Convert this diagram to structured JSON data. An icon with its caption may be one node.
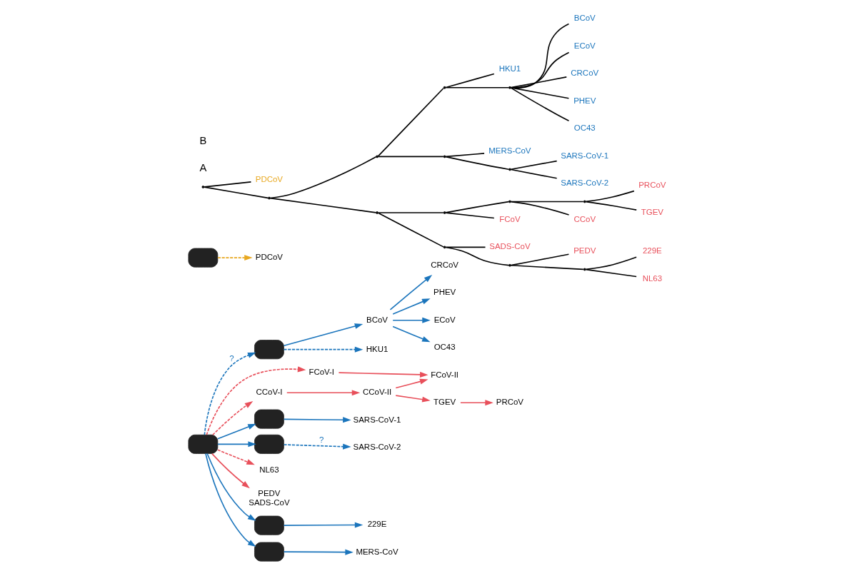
{
  "diagram": {
    "nodes": [
      {
        "text": [
          "PRCoV"
        ]
      },
      {
        "text": [
          "TGEV"
        ]
      },
      {
        "text": [
          "FCoV-II"
        ]
      },
      {
        "text": [
          "OC43"
        ]
      },
      {
        "text": [
          "BCoV"
        ]
      },
      {
        "text": [
          "CRCoV"
        ]
      },
      {
        "text": [
          "PHEV"
        ]
      },
      {
        "text": [
          "ECoV"
        ]
      },
      {
        "text": [
          "CCoV-II"
        ]
      },
      {
        "text": [
          "FCoV-I"
        ]
      },
      {
        "text": [],
        "shape": "box"
      },
      {
        "text": [
          "HKU1"
        ]
      },
      {
        "text": [
          "CCoV-I"
        ]
      },
      {
        "text": [],
        "shape": "box"
      },
      {
        "text": [],
        "shape": "box"
      },
      {
        "text": [
          "SARS-CoV-1"
        ]
      },
      {
        "text": [],
        "shape": "box"
      },
      {
        "text": [
          "SARS-CoV-2"
        ]
      },
      {
        "text": [],
        "shape": "box"
      },
      {
        "text": [
          "NL63"
        ]
      },
      {
        "text": [
          "PEDV",
          "SADS-CoV"
        ]
      },
      {
        "text": [],
        "shape": "box"
      },
      {
        "text": [],
        "shape": "box"
      },
      {
        "text": [
          "MERS-CoV"
        ]
      },
      {
        "text": [
          "229E"
        ]
      },
      {
        "text": [
          "PDCoV"
        ]
      },
      {
        "text": [],
        "shape": "point"
      },
      {
        "text": [
          "PDCoV"
        ]
      },
      {
        "text": [],
        "shape": "point"
      },
      {
        "text": [],
        "shape": "point"
      },
      {
        "text": [],
        "shape": "point"
      },
      {
        "text": [
          "HKU1"
        ]
      },
      {
        "text": [],
        "shape": "point"
      },
      {
        "text": [
          "BCoV"
        ]
      },
      {
        "text": [
          "ECoV"
        ]
      },
      {
        "text": [
          "CRCoV"
        ]
      },
      {
        "text": [
          "PHEV"
        ]
      },
      {
        "text": [
          "OC43"
        ]
      },
      {
        "text": [],
        "shape": "point"
      },
      {
        "text": [
          "MERS-CoV"
        ]
      },
      {
        "text": [],
        "shape": "point"
      },
      {
        "text": [
          "SARS-CoV-1"
        ]
      },
      {
        "text": [
          "SARS-CoV-2"
        ]
      },
      {
        "text": [],
        "shape": "point"
      },
      {
        "text": [],
        "shape": "point"
      },
      {
        "text": [],
        "shape": "point"
      },
      {
        "text": [],
        "shape": "point"
      },
      {
        "text": [
          "PRCoV"
        ]
      },
      {
        "text": [
          "TGEV"
        ]
      },
      {
        "text": [
          "CCoV"
        ]
      },
      {
        "text": [
          "FCoV"
        ]
      },
      {
        "text": [],
        "shape": "point"
      },
      {
        "text": [
          "SADS-CoV"
        ]
      },
      {
        "text": [],
        "shape": "point"
      },
      {
        "text": [
          "PEDV"
        ]
      },
      {
        "text": [],
        "shape": "point"
      },
      {
        "text": [
          "229E"
        ]
      },
      {
        "text": [
          "NL63"
        ]
      }
    ],
    "edges": [
      {
        "from": 1,
        "to": 0,
        "arrow": "to",
        "color": "#e8505b"
      },
      {
        "from": 8,
        "to": 1,
        "arrow": "to",
        "color": "#e8505b"
      },
      {
        "from": 8,
        "to": 2,
        "arrow": "to",
        "color": "#e8505b"
      },
      {
        "from": 9,
        "to": 2,
        "arrow": "to",
        "color": "#e8505b"
      },
      {
        "from": 12,
        "to": 8,
        "arrow": "to",
        "color": "#e8505b"
      },
      {
        "from": 13,
        "to": 12,
        "arrow": "to",
        "style": "dashed",
        "color": "#e8505b"
      },
      {
        "from": 13,
        "to": 9,
        "arrow": "to",
        "style": "dashed",
        "color": "#e8505b"
      },
      {
        "from": 13,
        "to": 10,
        "arrow": "to",
        "style": "dashed",
        "label": "?",
        "color": "#1b75bc"
      },
      {
        "from": 10,
        "to": 4,
        "arrow": "to",
        "color": "#1b75bc"
      },
      {
        "from": 10,
        "to": 11,
        "arrow": "to",
        "style": "dashed",
        "color": "#1b75bc"
      },
      {
        "from": 4,
        "to": 3,
        "arrow": "to",
        "color": "#1b75bc"
      },
      {
        "from": 4,
        "to": 5,
        "arrow": "to",
        "color": "#1b75bc"
      },
      {
        "from": 4,
        "to": 6,
        "arrow": "to",
        "color": "#1b75bc"
      },
      {
        "from": 4,
        "to": 7,
        "arrow": "to",
        "color": "#1b75bc"
      },
      {
        "from": 13,
        "to": 14,
        "arrow": "to",
        "color": "#1b75bc"
      },
      {
        "from": 14,
        "to": 15,
        "arrow": "to",
        "color": "#1b75bc"
      },
      {
        "from": 13,
        "to": 16,
        "arrow": "to",
        "color": "#1b75bc"
      },
      {
        "from": 16,
        "to": 17,
        "arrow": "to",
        "style": "dashed",
        "label": "?",
        "color": "#1b75bc"
      },
      {
        "from": 13,
        "to": 22,
        "arrow": "to",
        "color": "#1b75bc"
      },
      {
        "from": 22,
        "to": 23,
        "arrow": "to",
        "color": "#1b75bc"
      },
      {
        "from": 13,
        "to": 21,
        "arrow": "to",
        "color": "#1b75bc"
      },
      {
        "from": 21,
        "to": 24,
        "arrow": "to",
        "color": "#1b75bc"
      },
      {
        "from": 13,
        "to": 19,
        "arrow": "to",
        "style": "dashed",
        "color": "#e8505b"
      },
      {
        "from": 13,
        "to": 20,
        "arrow": "to",
        "color": "#e8505b"
      },
      {
        "from": 18,
        "to": 25,
        "arrow": "to",
        "style": "dashed",
        "color": "#e8a820"
      },
      {
        "from": 26,
        "to": 27,
        "arrow": "none",
        "color": "#000000"
      },
      {
        "from": 26,
        "to": 28,
        "arrow": "none",
        "color": "#000000"
      },
      {
        "from": 28,
        "to": 29,
        "arrow": "none",
        "color": "#000000"
      },
      {
        "from": 28,
        "to": 43,
        "arrow": "none",
        "color": "#000000"
      },
      {
        "from": 29,
        "to": 30,
        "arrow": "none",
        "color": "#000000"
      },
      {
        "from": 29,
        "to": 38,
        "arrow": "none",
        "color": "#000000"
      },
      {
        "from": 30,
        "to": 31,
        "arrow": "none",
        "color": "#000000"
      },
      {
        "from": 30,
        "to": 32,
        "arrow": "none",
        "color": "#000000"
      },
      {
        "from": 32,
        "to": 33,
        "arrow": "none",
        "color": "#000000"
      },
      {
        "from": 32,
        "to": 34,
        "arrow": "none",
        "color": "#000000"
      },
      {
        "from": 32,
        "to": 35,
        "arrow": "none",
        "color": "#000000"
      },
      {
        "from": 32,
        "to": 36,
        "arrow": "none",
        "color": "#000000"
      },
      {
        "from": 32,
        "to": 37,
        "arrow": "none",
        "color": "#000000"
      },
      {
        "from": 38,
        "to": 39,
        "arrow": "none",
        "color": "#000000"
      },
      {
        "from": 38,
        "to": 40,
        "arrow": "none",
        "color": "#000000"
      },
      {
        "from": 40,
        "to": 41,
        "arrow": "none",
        "color": "#000000"
      },
      {
        "from": 40,
        "to": 42,
        "arrow": "none",
        "color": "#000000"
      },
      {
        "from": 43,
        "to": 44,
        "arrow": "none",
        "color": "#000000"
      },
      {
        "from": 43,
        "to": 51,
        "arrow": "none",
        "color": "#000000"
      },
      {
        "from": 44,
        "to": 45,
        "arrow": "none",
        "color": "#000000"
      },
      {
        "from": 44,
        "to": 50,
        "arrow": "none",
        "color": "#000000"
      },
      {
        "from": 45,
        "to": 46,
        "arrow": "none",
        "color": "#000000"
      },
      {
        "from": 45,
        "to": 49,
        "arrow": "none",
        "color": "#000000"
      },
      {
        "from": 46,
        "to": 47,
        "arrow": "none",
        "color": "#000000"
      },
      {
        "from": 46,
        "to": 48,
        "arrow": "none",
        "color": "#000000"
      },
      {
        "from": 51,
        "to": 52,
        "arrow": "none",
        "color": "#000000"
      },
      {
        "from": 51,
        "to": 53,
        "arrow": "none",
        "color": "#000000"
      },
      {
        "from": 53,
        "to": 54,
        "arrow": "none",
        "color": "#000000"
      },
      {
        "from": 53,
        "to": 55,
        "arrow": "none",
        "color": "#000000"
      },
      {
        "from": 55,
        "to": 56,
        "arrow": "none",
        "color": "#000000"
      },
      {
        "from": 55,
        "to": 57,
        "arrow": "none",
        "color": "#000000"
      }
    ],
    "labels": [
      "A",
      "B"
    ]
  }
}
